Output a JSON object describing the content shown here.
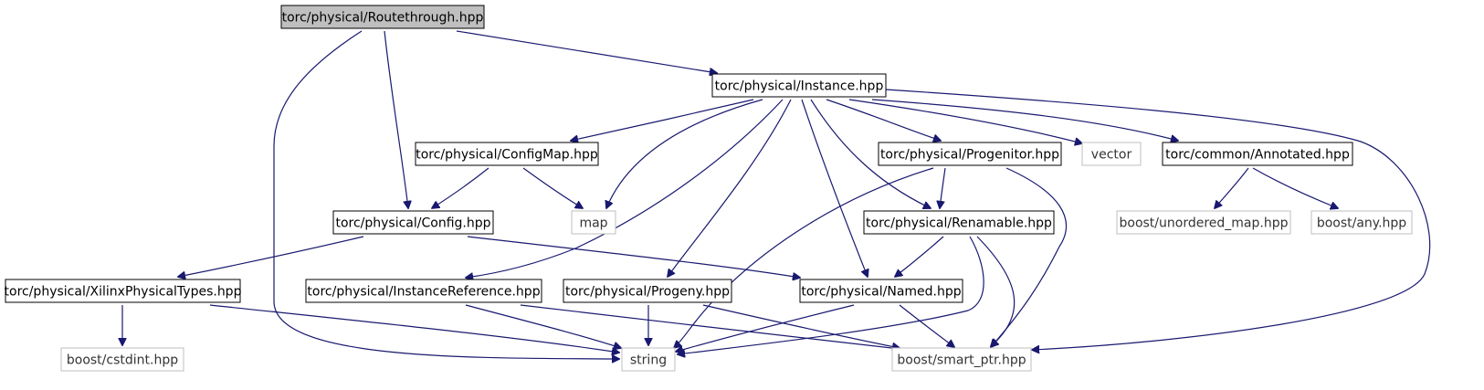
{
  "diagram": {
    "type": "include-dependency-graph",
    "colors": {
      "edge": "#191970",
      "root_fill": "#bfbfbf",
      "internal_border": "#000000",
      "external_border": "#bfbfbf",
      "external_text": "#333333"
    },
    "nodes": [
      {
        "id": "routethrough",
        "label": "torc/physical/Routethrough.hpp",
        "kind": "root"
      },
      {
        "id": "instance",
        "label": "torc/physical/Instance.hpp",
        "kind": "internal"
      },
      {
        "id": "configmap",
        "label": "torc/physical/ConfigMap.hpp",
        "kind": "internal"
      },
      {
        "id": "progenitor",
        "label": "torc/physical/Progenitor.hpp",
        "kind": "internal"
      },
      {
        "id": "vector",
        "label": "vector",
        "kind": "external"
      },
      {
        "id": "annotated",
        "label": "torc/common/Annotated.hpp",
        "kind": "internal"
      },
      {
        "id": "config",
        "label": "torc/physical/Config.hpp",
        "kind": "internal"
      },
      {
        "id": "map",
        "label": "map",
        "kind": "external"
      },
      {
        "id": "renamable",
        "label": "torc/physical/Renamable.hpp",
        "kind": "internal"
      },
      {
        "id": "unordered_map",
        "label": "boost/unordered_map.hpp",
        "kind": "external"
      },
      {
        "id": "any",
        "label": "boost/any.hpp",
        "kind": "external"
      },
      {
        "id": "xilinx",
        "label": "torc/physical/XilinxPhysicalTypes.hpp",
        "kind": "internal"
      },
      {
        "id": "instref",
        "label": "torc/physical/InstanceReference.hpp",
        "kind": "internal"
      },
      {
        "id": "progeny",
        "label": "torc/physical/Progeny.hpp",
        "kind": "internal"
      },
      {
        "id": "named",
        "label": "torc/physical/Named.hpp",
        "kind": "internal"
      },
      {
        "id": "cstdint",
        "label": "boost/cstdint.hpp",
        "kind": "external"
      },
      {
        "id": "string",
        "label": "string",
        "kind": "external"
      },
      {
        "id": "smart_ptr",
        "label": "boost/smart_ptr.hpp",
        "kind": "external"
      }
    ],
    "edges": [
      {
        "from": "routethrough",
        "to": "instance"
      },
      {
        "from": "routethrough",
        "to": "config"
      },
      {
        "from": "routethrough",
        "to": "string"
      },
      {
        "from": "instance",
        "to": "configmap"
      },
      {
        "from": "instance",
        "to": "map"
      },
      {
        "from": "instance",
        "to": "instref"
      },
      {
        "from": "instance",
        "to": "progeny"
      },
      {
        "from": "instance",
        "to": "named"
      },
      {
        "from": "instance",
        "to": "renamable"
      },
      {
        "from": "instance",
        "to": "progenitor"
      },
      {
        "from": "instance",
        "to": "vector"
      },
      {
        "from": "instance",
        "to": "annotated"
      },
      {
        "from": "instance",
        "to": "smart_ptr"
      },
      {
        "from": "configmap",
        "to": "config"
      },
      {
        "from": "configmap",
        "to": "map"
      },
      {
        "from": "config",
        "to": "xilinx"
      },
      {
        "from": "config",
        "to": "named"
      },
      {
        "from": "progenitor",
        "to": "renamable"
      },
      {
        "from": "progenitor",
        "to": "string"
      },
      {
        "from": "progenitor",
        "to": "smart_ptr"
      },
      {
        "from": "annotated",
        "to": "unordered_map"
      },
      {
        "from": "annotated",
        "to": "any"
      },
      {
        "from": "renamable",
        "to": "named"
      },
      {
        "from": "renamable",
        "to": "string"
      },
      {
        "from": "renamable",
        "to": "smart_ptr"
      },
      {
        "from": "xilinx",
        "to": "cstdint"
      },
      {
        "from": "xilinx",
        "to": "string"
      },
      {
        "from": "instref",
        "to": "string"
      },
      {
        "from": "instref",
        "to": "smart_ptr"
      },
      {
        "from": "progeny",
        "to": "string"
      },
      {
        "from": "progeny",
        "to": "smart_ptr"
      },
      {
        "from": "named",
        "to": "string"
      },
      {
        "from": "named",
        "to": "smart_ptr"
      }
    ]
  }
}
